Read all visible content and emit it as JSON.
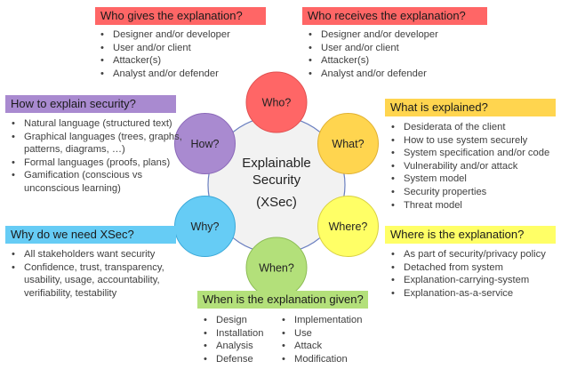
{
  "center": {
    "line1": "Explainable",
    "line2": "Security",
    "line3": "(XSec)"
  },
  "petals": [
    {
      "label": "Who?",
      "color": "#ff6666",
      "stroke": "#e05050"
    },
    {
      "label": "What?",
      "color": "#ffd54f",
      "stroke": "#e0b030"
    },
    {
      "label": "Where?",
      "color": "#ffff66",
      "stroke": "#d8d040"
    },
    {
      "label": "When?",
      "color": "#b3e07a",
      "stroke": "#8cbc55"
    },
    {
      "label": "Why?",
      "color": "#66ccf5",
      "stroke": "#3aa8d8"
    },
    {
      "label": "How?",
      "color": "#a98ad0",
      "stroke": "#8a68b8"
    }
  ],
  "who_gives": {
    "title": "Who gives the explanation?",
    "color": "#ff6666",
    "items": [
      "Designer and/or developer",
      "User and/or client",
      "Attacker(s)",
      "Analyst and/or defender"
    ]
  },
  "who_receives": {
    "title": "Who receives the explanation?",
    "color": "#ff6666",
    "items": [
      "Designer and/or developer",
      "User and/or client",
      "Attacker(s)",
      "Analyst and/or defender"
    ]
  },
  "how": {
    "title": "How to explain security?",
    "color": "#a98ad0",
    "items": [
      "Natural language (structured text)",
      "Graphical languages (trees, graphs, patterns, diagrams, …)",
      "Formal languages (proofs, plans)",
      "Gamification (conscious vs unconscious learning)"
    ]
  },
  "what": {
    "title": "What is explained?",
    "color": "#ffd54f",
    "items": [
      "Desiderata of the client",
      "How to use system securely",
      "System specification and/or code",
      "Vulnerability and/or attack",
      "System model",
      "Security properties",
      "Threat model"
    ]
  },
  "why": {
    "title": "Why do we need XSec?",
    "color": "#66ccf5",
    "items": [
      "All stakeholders want security",
      "Confidence, trust, transparency, usability, usage, accountability, verifiability, testability"
    ]
  },
  "where": {
    "title": "Where is the explanation?",
    "color": "#ffff66",
    "items": [
      "As part of security/privacy policy",
      "Detached from system",
      "Explanation-carrying-system",
      "Explanation-as-a-service"
    ]
  },
  "when": {
    "title": "When is the explanation given?",
    "color": "#b3e07a",
    "col1": [
      "Design",
      "Installation",
      "Analysis",
      "Defense"
    ],
    "col2": [
      "Implementation",
      "Use",
      "Attack",
      "Modification"
    ]
  }
}
